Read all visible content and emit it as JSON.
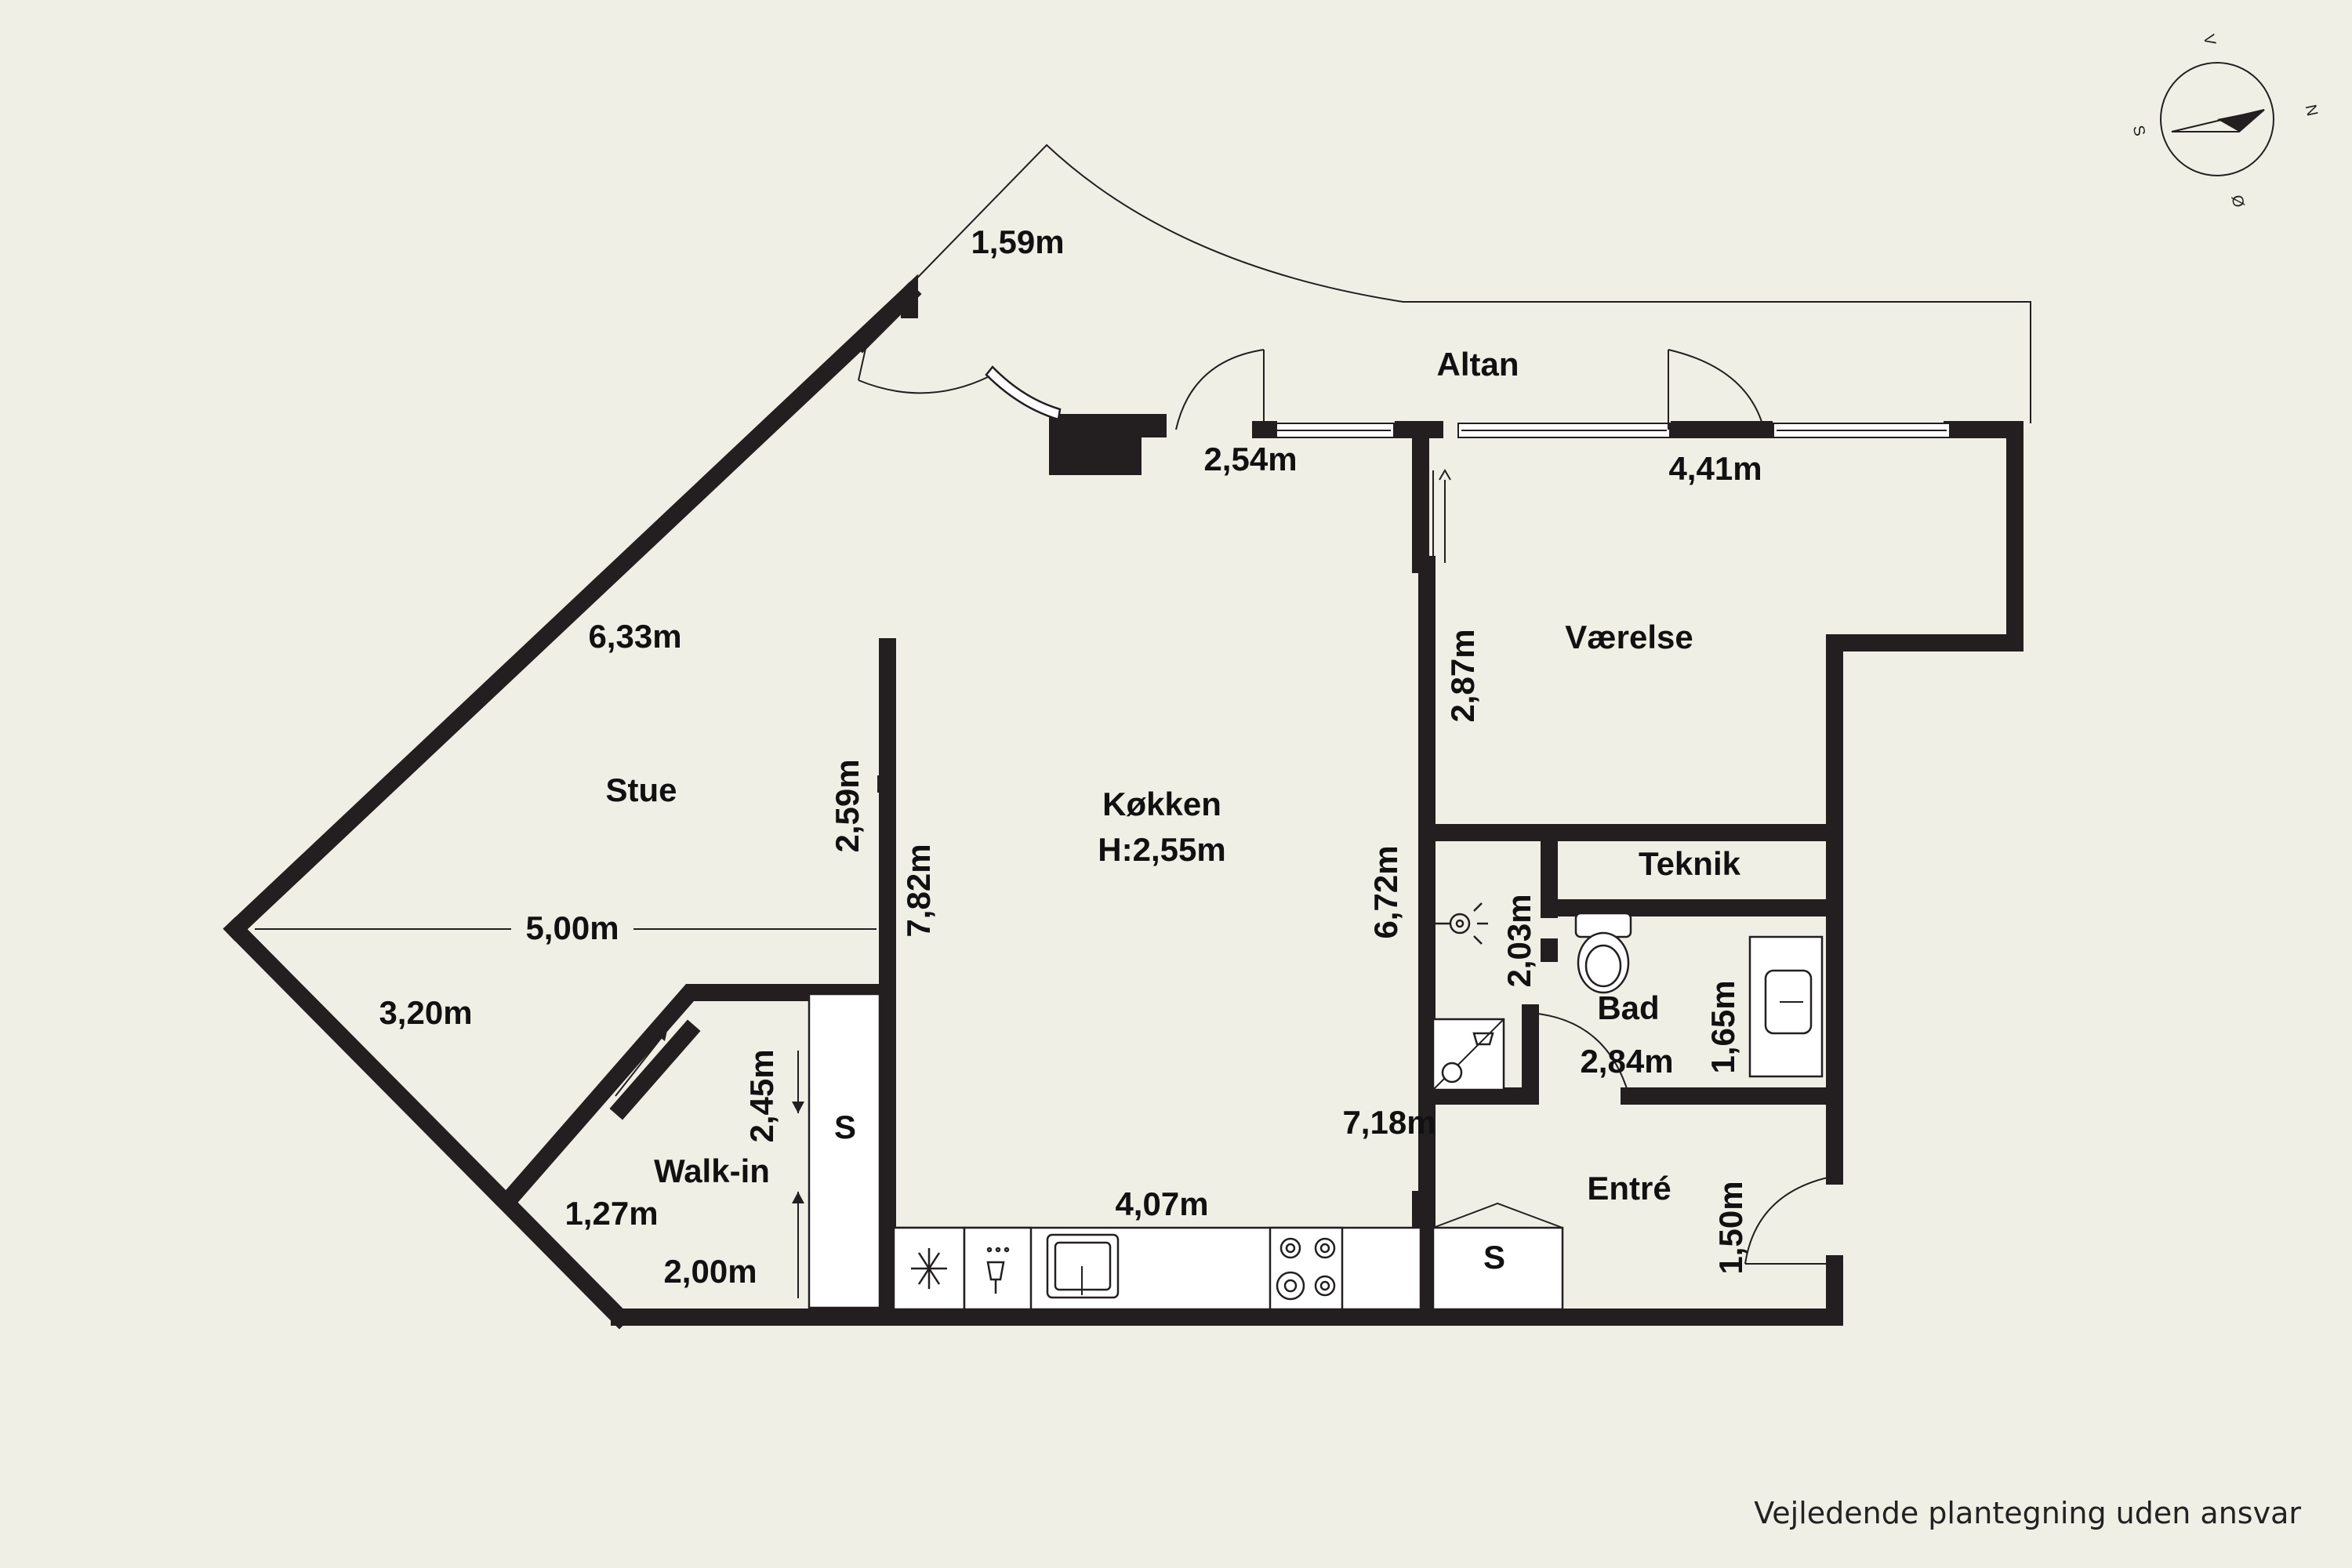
{
  "rooms": {
    "altan": "Altan",
    "vaerelse": "Værelse",
    "stue": "Stue",
    "koekken": "Køkken",
    "height": "H:2,55m",
    "teknik": "Teknik",
    "bad": "Bad",
    "entre": "Entré",
    "walkin": "Walk-in",
    "storage_walkin": "S",
    "storage_entre": "S"
  },
  "dimensions": {
    "altan_diag": "1,59m",
    "altan_door": "2,54m",
    "vaerelse_width": "4,41m",
    "stue_diag": "6,33m",
    "vaerelse_height": "2,87m",
    "stue_wall": "2,59m",
    "koekken_height": "7,82m",
    "stue_width": "5,00m",
    "hall_height": "6,72m",
    "bad_wc": "2,03m",
    "stue_lower_diag": "3,20m",
    "bad_height": "1,65m",
    "walkin_height": "2,45m",
    "bad_width": "2,84m",
    "hall_length": "7,18m",
    "koekken_width": "4,07m",
    "walkin_diag": "1,27m",
    "entre_door": "1,50m",
    "walkin_width": "2,00m"
  },
  "compass": {
    "n": "N",
    "s": "S",
    "v": "V",
    "o": "Ø"
  },
  "colors": {
    "background": "#f0efe6",
    "wall": "#231f20"
  },
  "disclaimer": "Vejledende plantegning uden ansvar"
}
